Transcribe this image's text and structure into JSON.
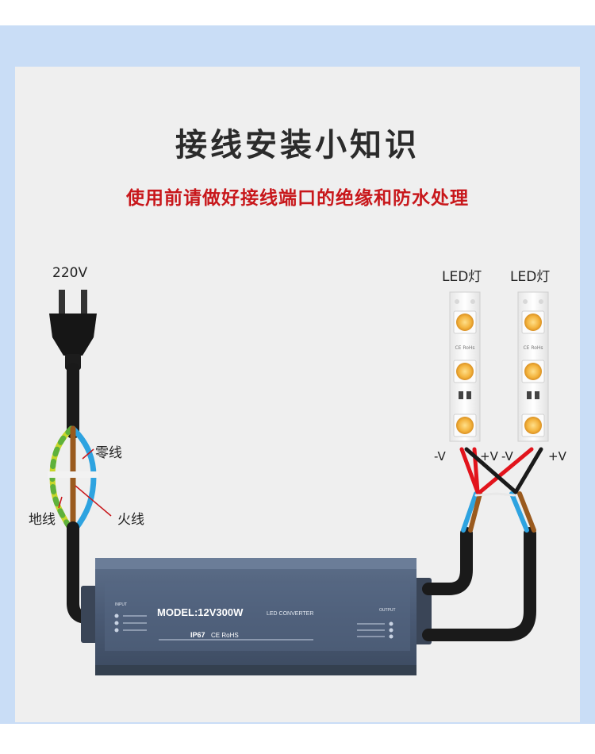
{
  "title": "接线安装小知识",
  "subtitle": "使用前请做好接线端口的绝缘和防水处理",
  "labels": {
    "voltage": "220V",
    "neutral": "零线",
    "ground": "地线",
    "live": "火线",
    "led_left": "LED灯",
    "led_right": "LED灯",
    "neg_left": "-V",
    "pos_left": "+V",
    "neg_right": "-V",
    "pos_right": "+V"
  },
  "converter": {
    "model": "MODEL:12V300W",
    "type": "LED CONVERTER",
    "input_label": "INPUT",
    "output_label": "OUTPUT",
    "ip_rating": "IP67",
    "certs": "CE RoHS"
  },
  "colors": {
    "background_band": "#c9ddf6",
    "panel": "#efefef",
    "title": "#2b2b2b",
    "subtitle": "#c8171b",
    "converter_body": "#4c5e78",
    "wire_brown": "#9a5a1e",
    "wire_blue": "#2ea3e0",
    "wire_yellow_green": "#c7d62a",
    "wire_red": "#e2141c",
    "wire_black": "#1a1a1a"
  }
}
